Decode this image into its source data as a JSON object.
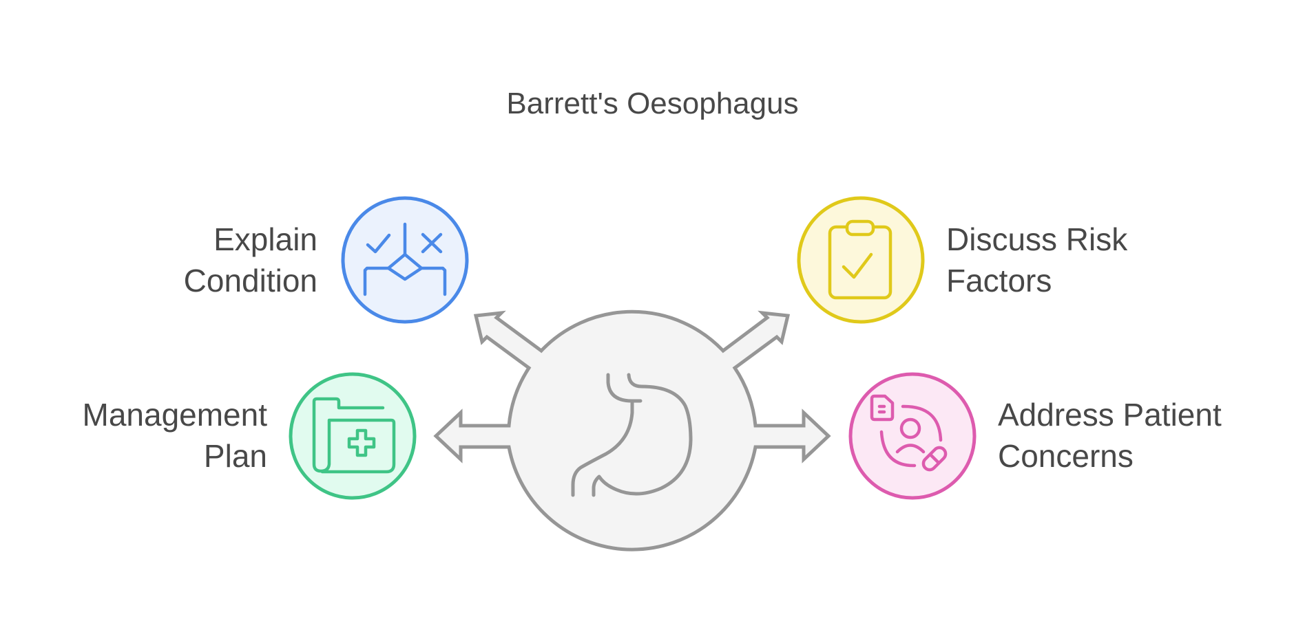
{
  "title": "Barrett's Oesophagus",
  "hub": {
    "icon": "stomach-icon",
    "fill": "#F4F4F4",
    "stroke": "#969696"
  },
  "nodes": [
    {
      "id": "explain-condition",
      "lines": [
        "Explain",
        "Condition"
      ],
      "icon": "decision-tree-icon",
      "stroke": "#4A89E8",
      "fill": "#EBF2FD",
      "position": "top-left"
    },
    {
      "id": "discuss-risk-factors",
      "lines": [
        "Discuss Risk",
        "Factors"
      ],
      "icon": "clipboard-check-icon",
      "stroke": "#E0C91A",
      "fill": "#FDF8DB",
      "position": "top-right"
    },
    {
      "id": "management-plan",
      "lines": [
        "Management",
        "Plan"
      ],
      "icon": "medical-folder-icon",
      "stroke": "#3FC486",
      "fill": "#E1FBEF",
      "position": "bottom-left"
    },
    {
      "id": "address-patient-concerns",
      "lines": [
        "Address Patient",
        "Concerns"
      ],
      "icon": "patient-care-icon",
      "stroke": "#DD5BAE",
      "fill": "#FCE8F5",
      "position": "bottom-right"
    }
  ]
}
